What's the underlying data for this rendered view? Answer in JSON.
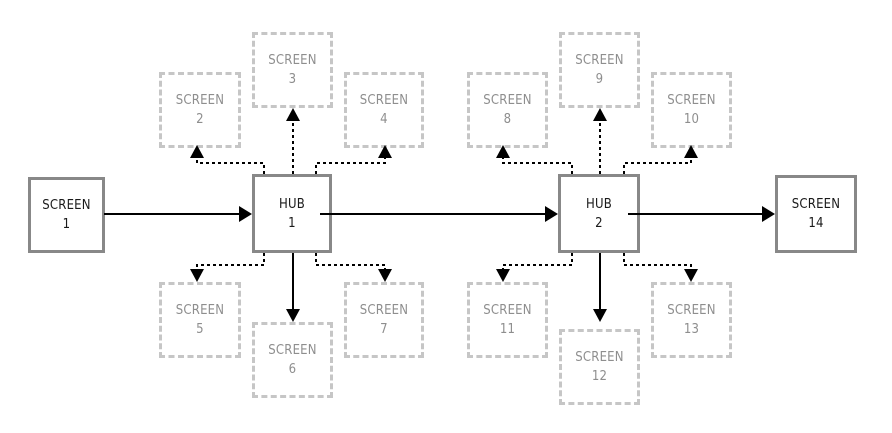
{
  "diagram": {
    "type": "flow",
    "nodes": [
      {
        "id": "screen-1",
        "title": "SCREEN",
        "number": "1",
        "style": "primary"
      },
      {
        "id": "hub-1",
        "title": "HUB",
        "number": "1",
        "style": "primary"
      },
      {
        "id": "screen-2",
        "title": "SCREEN",
        "number": "2",
        "style": "secondary"
      },
      {
        "id": "screen-3",
        "title": "SCREEN",
        "number": "3",
        "style": "secondary"
      },
      {
        "id": "screen-4",
        "title": "SCREEN",
        "number": "4",
        "style": "secondary"
      },
      {
        "id": "screen-5",
        "title": "SCREEN",
        "number": "5",
        "style": "secondary"
      },
      {
        "id": "screen-6",
        "title": "SCREEN",
        "number": "6",
        "style": "secondary"
      },
      {
        "id": "screen-7",
        "title": "SCREEN",
        "number": "7",
        "style": "secondary"
      },
      {
        "id": "hub-2",
        "title": "HUB",
        "number": "2",
        "style": "primary"
      },
      {
        "id": "screen-8",
        "title": "SCREEN",
        "number": "8",
        "style": "secondary"
      },
      {
        "id": "screen-9",
        "title": "SCREEN",
        "number": "9",
        "style": "secondary"
      },
      {
        "id": "screen-10",
        "title": "SCREEN",
        "number": "10",
        "style": "secondary"
      },
      {
        "id": "screen-11",
        "title": "SCREEN",
        "number": "11",
        "style": "secondary"
      },
      {
        "id": "screen-12",
        "title": "SCREEN",
        "number": "12",
        "style": "secondary"
      },
      {
        "id": "screen-13",
        "title": "SCREEN",
        "number": "13",
        "style": "secondary"
      },
      {
        "id": "screen-14",
        "title": "SCREEN",
        "number": "14",
        "style": "primary"
      }
    ],
    "edges": [
      {
        "from": "screen-1",
        "to": "hub-1",
        "style": "solid"
      },
      {
        "from": "hub-1",
        "to": "hub-2",
        "style": "solid"
      },
      {
        "from": "hub-2",
        "to": "screen-14",
        "style": "solid"
      },
      {
        "from": "hub-1",
        "to": "screen-3",
        "style": "dotted"
      },
      {
        "from": "hub-1",
        "to": "screen-2",
        "style": "dotted"
      },
      {
        "from": "hub-1",
        "to": "screen-4",
        "style": "dotted"
      },
      {
        "from": "hub-1",
        "to": "screen-5",
        "style": "dotted"
      },
      {
        "from": "hub-1",
        "to": "screen-6",
        "style": "solid"
      },
      {
        "from": "hub-1",
        "to": "screen-7",
        "style": "dotted"
      },
      {
        "from": "hub-2",
        "to": "screen-9",
        "style": "dotted"
      },
      {
        "from": "hub-2",
        "to": "screen-8",
        "style": "dotted"
      },
      {
        "from": "hub-2",
        "to": "screen-10",
        "style": "dotted"
      },
      {
        "from": "hub-2",
        "to": "screen-11",
        "style": "dotted"
      },
      {
        "from": "hub-2",
        "to": "screen-12",
        "style": "solid"
      },
      {
        "from": "hub-2",
        "to": "screen-13",
        "style": "dotted"
      }
    ],
    "colors": {
      "primary_border": "#888888",
      "secondary_border": "#c6c6c6",
      "primary_text": "#1a1a1a",
      "secondary_text": "#8e8e8e",
      "connector": "#000000"
    }
  }
}
